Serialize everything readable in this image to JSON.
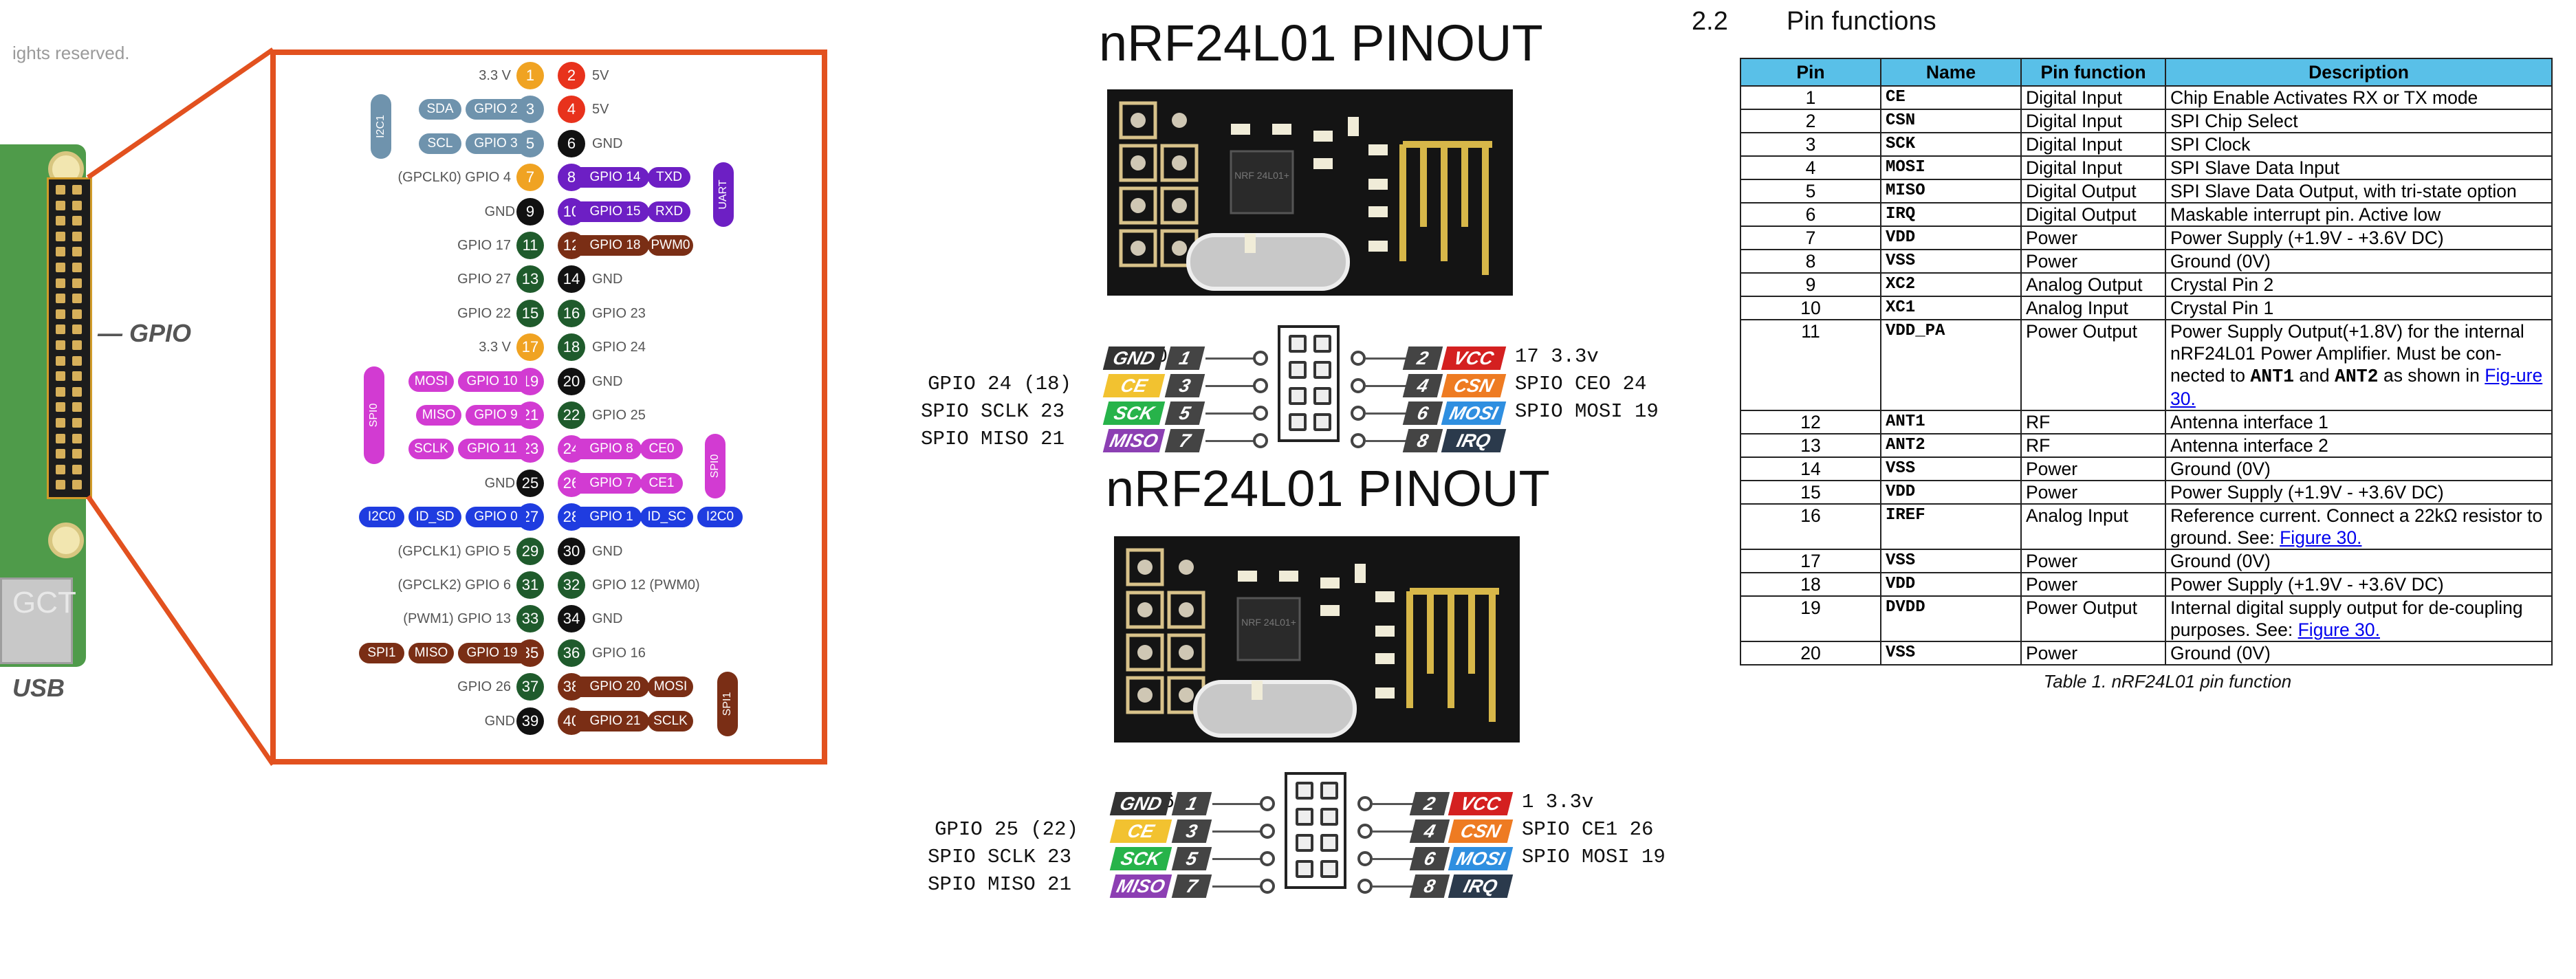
{
  "rpi": {
    "rights_note": "ights reserved.",
    "gpio_label": "— GPIO",
    "usb_label": "USB",
    "board_text": "GCT",
    "colors": {
      "frame": "#e2511f",
      "power33": "#f0a322",
      "power5": "#e8321c",
      "ground": "#111111",
      "gpio": "#1f5b2c",
      "i2c": "#6f93ad",
      "uart": "#6d1fc4",
      "spi": "#d23bd2",
      "spi1": "#7a2e15",
      "id": "#1f3ce0",
      "pwm": "#7a2e15"
    },
    "pins": [
      {
        "l": "1",
        "r": "2",
        "lt": "power33",
        "rt": "power5",
        "left": [
          {
            "t": "plain",
            "v": "3.3 V"
          }
        ],
        "right": [
          {
            "t": "plain",
            "v": "5V"
          }
        ]
      },
      {
        "l": "3",
        "r": "4",
        "lt": "i2c",
        "rt": "power5",
        "left": [
          {
            "t": "i2c",
            "v": "SDA"
          },
          {
            "t": "i2c",
            "v": "GPIO 2"
          }
        ],
        "right": [
          {
            "t": "plain",
            "v": "5V"
          }
        ]
      },
      {
        "l": "5",
        "r": "6",
        "lt": "i2c",
        "rt": "ground",
        "left": [
          {
            "t": "i2c",
            "v": "SCL"
          },
          {
            "t": "i2c",
            "v": "GPIO 3"
          }
        ],
        "right": [
          {
            "t": "plain",
            "v": "GND"
          }
        ]
      },
      {
        "l": "7",
        "r": "8",
        "lt": "power33",
        "rt": "uart",
        "left": [
          {
            "t": "plain",
            "v": "(GPCLK0) GPIO 4"
          }
        ],
        "right": [
          {
            "t": "uart",
            "v": "GPIO 14"
          },
          {
            "t": "uart",
            "v": "TXD"
          }
        ]
      },
      {
        "l": "9",
        "r": "10",
        "lt": "ground",
        "rt": "uart",
        "left": [
          {
            "t": "plain",
            "v": "GND"
          }
        ],
        "right": [
          {
            "t": "uart",
            "v": "GPIO 15"
          },
          {
            "t": "uart",
            "v": "RXD"
          }
        ]
      },
      {
        "l": "11",
        "r": "12",
        "lt": "gpio",
        "rt": "pwm",
        "left": [
          {
            "t": "plain",
            "v": "GPIO 17"
          }
        ],
        "right": [
          {
            "t": "pwm",
            "v": "GPIO 18"
          },
          {
            "t": "pwm",
            "v": "PWM0"
          }
        ]
      },
      {
        "l": "13",
        "r": "14",
        "lt": "gpio",
        "rt": "ground",
        "left": [
          {
            "t": "plain",
            "v": "GPIO 27"
          }
        ],
        "right": [
          {
            "t": "plain",
            "v": "GND"
          }
        ]
      },
      {
        "l": "15",
        "r": "16",
        "lt": "gpio",
        "rt": "gpio",
        "left": [
          {
            "t": "plain",
            "v": "GPIO 22"
          }
        ],
        "right": [
          {
            "t": "plain",
            "v": "GPIO 23"
          }
        ]
      },
      {
        "l": "17",
        "r": "18",
        "lt": "power33",
        "rt": "gpio",
        "left": [
          {
            "t": "plain",
            "v": "3.3 V"
          }
        ],
        "right": [
          {
            "t": "plain",
            "v": "GPIO 24"
          }
        ]
      },
      {
        "l": "19",
        "r": "20",
        "lt": "spi",
        "rt": "ground",
        "left": [
          {
            "t": "spi",
            "v": "MOSI"
          },
          {
            "t": "spi",
            "v": "GPIO 10"
          }
        ],
        "right": [
          {
            "t": "plain",
            "v": "GND"
          }
        ]
      },
      {
        "l": "21",
        "r": "22",
        "lt": "spi",
        "rt": "gpio",
        "left": [
          {
            "t": "spi",
            "v": "MISO"
          },
          {
            "t": "spi",
            "v": "GPIO 9"
          }
        ],
        "right": [
          {
            "t": "plain",
            "v": "GPIO 25"
          }
        ]
      },
      {
        "l": "23",
        "r": "24",
        "lt": "spi",
        "rt": "spi",
        "left": [
          {
            "t": "spi",
            "v": "SCLK"
          },
          {
            "t": "spi",
            "v": "GPIO 11"
          }
        ],
        "right": [
          {
            "t": "spi",
            "v": "GPIO 8"
          },
          {
            "t": "spi",
            "v": "CE0"
          }
        ]
      },
      {
        "l": "25",
        "r": "26",
        "lt": "ground",
        "rt": "spi",
        "left": [
          {
            "t": "plain",
            "v": "GND"
          }
        ],
        "right": [
          {
            "t": "spi",
            "v": "GPIO 7"
          },
          {
            "t": "spi",
            "v": "CE1"
          }
        ]
      },
      {
        "l": "27",
        "r": "28",
        "lt": "id",
        "rt": "id",
        "left": [
          {
            "t": "id",
            "v": "I2C0"
          },
          {
            "t": "id",
            "v": "ID_SD"
          },
          {
            "t": "id",
            "v": "GPIO 0"
          }
        ],
        "right": [
          {
            "t": "id",
            "v": "GPIO 1"
          },
          {
            "t": "id",
            "v": "ID_SC"
          },
          {
            "t": "id",
            "v": "I2C0"
          }
        ]
      },
      {
        "l": "29",
        "r": "30",
        "lt": "gpio",
        "rt": "ground",
        "left": [
          {
            "t": "plain",
            "v": "(GPCLK1) GPIO 5"
          }
        ],
        "right": [
          {
            "t": "plain",
            "v": "GND"
          }
        ]
      },
      {
        "l": "31",
        "r": "32",
        "lt": "gpio",
        "rt": "gpio",
        "left": [
          {
            "t": "plain",
            "v": "(GPCLK2) GPIO 6"
          }
        ],
        "right": [
          {
            "t": "plain",
            "v": "GPIO 12 (PWM0)"
          }
        ]
      },
      {
        "l": "33",
        "r": "34",
        "lt": "gpio",
        "rt": "ground",
        "left": [
          {
            "t": "plain",
            "v": "(PWM1) GPIO 13"
          }
        ],
        "right": [
          {
            "t": "plain",
            "v": "GND"
          }
        ]
      },
      {
        "l": "35",
        "r": "36",
        "lt": "spi1",
        "rt": "gpio",
        "left": [
          {
            "t": "spi1",
            "v": "SPI1"
          },
          {
            "t": "spi1",
            "v": "MISO"
          },
          {
            "t": "spi1",
            "v": "GPIO 19"
          }
        ],
        "right": [
          {
            "t": "plain",
            "v": "GPIO 16"
          }
        ]
      },
      {
        "l": "37",
        "r": "38",
        "lt": "gpio",
        "rt": "spi1",
        "left": [
          {
            "t": "plain",
            "v": "GPIO 26"
          }
        ],
        "right": [
          {
            "t": "spi1",
            "v": "GPIO 20"
          },
          {
            "t": "spi1",
            "v": "MOSI"
          }
        ]
      },
      {
        "l": "39",
        "r": "40",
        "lt": "ground",
        "rt": "spi1",
        "left": [
          {
            "t": "plain",
            "v": "GND"
          }
        ],
        "right": [
          {
            "t": "spi1",
            "v": "GPIO 21"
          },
          {
            "t": "spi1",
            "v": "SCLK"
          }
        ]
      }
    ],
    "vtags": [
      {
        "label": "I2C1",
        "type": "i2c",
        "side": "left",
        "from": 1,
        "to": 2
      },
      {
        "label": "UART",
        "type": "uart",
        "side": "right",
        "from": 3,
        "to": 4
      },
      {
        "label": "SPI0",
        "type": "spi",
        "side": "left",
        "from": 9,
        "to": 11
      },
      {
        "label": "SPI0",
        "type": "spi",
        "side": "right",
        "from": 11,
        "to": 12
      },
      {
        "label": "SPI1",
        "type": "spi1",
        "side": "right",
        "from": 18,
        "to": 19
      }
    ]
  },
  "nrf": {
    "chip_label": "NRF 24L01+",
    "tag_colors": {
      "GND": "#333333",
      "VCC": "#d42020",
      "CE": "#f2c230",
      "CSN": "#ee7b22",
      "SCK": "#27b34a",
      "MOSI": "#2f8fe0",
      "MISO": "#8c3fb3",
      "IRQ": "#2b3a4c"
    },
    "modules": [
      {
        "title": "nRF24L01 PINOUT",
        "left_pins": [
          {
            "tag": "GND",
            "num": "1",
            "note": "20"
          },
          {
            "tag": "CE",
            "num": "3",
            "note": "GPIO 24 (18)"
          },
          {
            "tag": "SCK",
            "num": "5",
            "note": "SPIO SCLK 23"
          },
          {
            "tag": "MISO",
            "num": "7",
            "note": "SPIO MISO 21"
          }
        ],
        "right_pins": [
          {
            "tag": "VCC",
            "num": "2",
            "note": "17 3.3v"
          },
          {
            "tag": "CSN",
            "num": "4",
            "note": "SPIO CEO 24"
          },
          {
            "tag": "MOSI",
            "num": "6",
            "note": "SPIO MOSI 19"
          },
          {
            "tag": "IRQ",
            "num": "8",
            "note": ""
          }
        ]
      },
      {
        "title": "nRF24L01 PINOUT",
        "left_pins": [
          {
            "tag": "GND",
            "num": "1",
            "note": "6"
          },
          {
            "tag": "CE",
            "num": "3",
            "note": "GPIO 25 (22)"
          },
          {
            "tag": "SCK",
            "num": "5",
            "note": "SPIO SCLK 23"
          },
          {
            "tag": "MISO",
            "num": "7",
            "note": "SPIO MISO 21"
          }
        ],
        "right_pins": [
          {
            "tag": "VCC",
            "num": "2",
            "note": "1 3.3v"
          },
          {
            "tag": "CSN",
            "num": "4",
            "note": "SPIO CE1 26"
          },
          {
            "tag": "MOSI",
            "num": "6",
            "note": "SPIO MOSI 19"
          },
          {
            "tag": "IRQ",
            "num": "8",
            "note": ""
          }
        ]
      }
    ]
  },
  "datasheet": {
    "section_number": "2.2",
    "section_title": "Pin functions",
    "headers": [
      "Pin",
      "Name",
      "Pin function",
      "Description"
    ],
    "rows": [
      {
        "pin": "1",
        "name": "CE",
        "fn": "Digital Input",
        "desc": [
          {
            "t": "Chip Enable Activates RX or TX mode"
          }
        ]
      },
      {
        "pin": "2",
        "name": "CSN",
        "fn": "Digital Input",
        "desc": [
          {
            "t": "SPI Chip Select"
          }
        ]
      },
      {
        "pin": "3",
        "name": "SCK",
        "fn": "Digital Input",
        "desc": [
          {
            "t": "SPI Clock"
          }
        ]
      },
      {
        "pin": "4",
        "name": "MOSI",
        "fn": "Digital Input",
        "desc": [
          {
            "t": "SPI Slave Data Input"
          }
        ]
      },
      {
        "pin": "5",
        "name": "MISO",
        "fn": "Digital Output",
        "desc": [
          {
            "t": "SPI Slave Data Output, with tri-state option"
          }
        ]
      },
      {
        "pin": "6",
        "name": "IRQ",
        "fn": "Digital Output",
        "desc": [
          {
            "t": "Maskable interrupt pin. Active low"
          }
        ]
      },
      {
        "pin": "7",
        "name": "VDD",
        "fn": "Power",
        "desc": [
          {
            "t": "Power Supply (+1.9V - +3.6V DC)"
          }
        ]
      },
      {
        "pin": "8",
        "name": "VSS",
        "fn": "Power",
        "desc": [
          {
            "t": "Ground (0V)"
          }
        ]
      },
      {
        "pin": "9",
        "name": "XC2",
        "fn": "Analog Output",
        "desc": [
          {
            "t": "Crystal Pin 2"
          }
        ]
      },
      {
        "pin": "10",
        "name": "XC1",
        "fn": "Analog Input",
        "desc": [
          {
            "t": "Crystal Pin 1"
          }
        ]
      },
      {
        "pin": "11",
        "name": "VDD_PA",
        "fn": "Power Output",
        "desc": [
          {
            "t": "Power Supply Output(+1.8V) for the internal nRF24L01 Power Amplifier. Must be con-nected to "
          },
          {
            "t": "ANT1",
            "mono": true
          },
          {
            "t": " and "
          },
          {
            "t": "ANT2",
            "mono": true
          },
          {
            "t": "  as shown in "
          },
          {
            "t": "Fig-ure 30.",
            "link": true
          }
        ]
      },
      {
        "pin": "12",
        "name": "ANT1",
        "fn": "RF",
        "desc": [
          {
            "t": "Antenna interface 1"
          }
        ]
      },
      {
        "pin": "13",
        "name": "ANT2",
        "fn": "RF",
        "desc": [
          {
            "t": "Antenna interface 2"
          }
        ]
      },
      {
        "pin": "14",
        "name": "VSS",
        "fn": "Power",
        "desc": [
          {
            "t": "Ground (0V)"
          }
        ]
      },
      {
        "pin": "15",
        "name": "VDD",
        "fn": "Power",
        "desc": [
          {
            "t": "Power Supply (+1.9V - +3.6V DC)"
          }
        ]
      },
      {
        "pin": "16",
        "name": "IREF",
        "fn": "Analog Input",
        "desc": [
          {
            "t": "Reference current. Connect a 22kΩ resistor to ground. See: "
          },
          {
            "t": "Figure 30.",
            "link": true
          }
        ]
      },
      {
        "pin": "17",
        "name": "VSS",
        "fn": "Power",
        "desc": [
          {
            "t": "Ground (0V)"
          }
        ]
      },
      {
        "pin": "18",
        "name": "VDD",
        "fn": "Power",
        "desc": [
          {
            "t": "Power Supply (+1.9V - +3.6V DC)"
          }
        ]
      },
      {
        "pin": "19",
        "name": "DVDD",
        "fn": "Power Output",
        "desc": [
          {
            "t": "Internal digital supply output for de-coupling purposes. See: "
          },
          {
            "t": "Figure 30.",
            "link": true
          }
        ]
      },
      {
        "pin": "20",
        "name": "VSS",
        "fn": "Power",
        "desc": [
          {
            "t": "Ground (0V)"
          }
        ]
      }
    ],
    "caption": "Table 1. nRF24L01 pin function"
  }
}
